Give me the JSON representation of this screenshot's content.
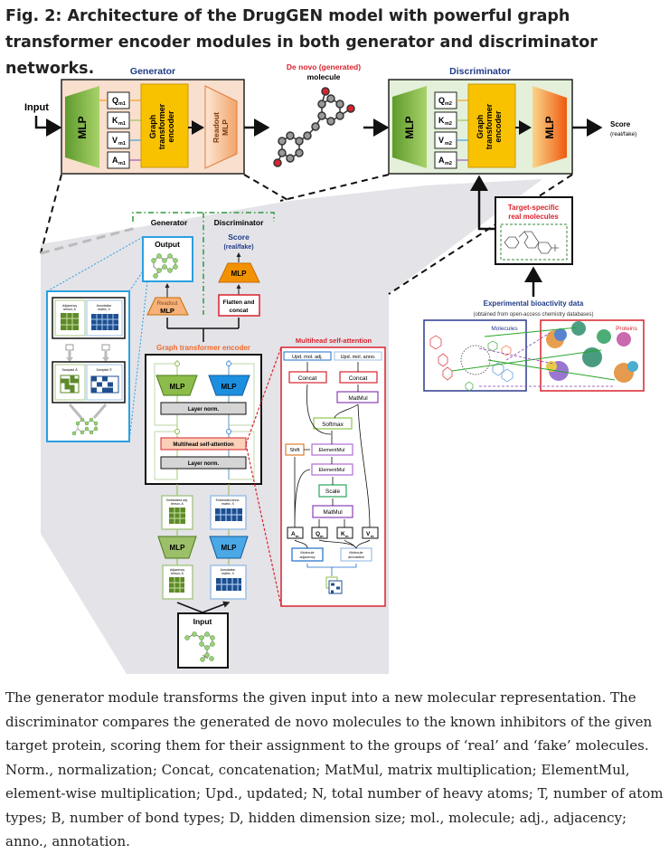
{
  "title": "Fig. 2: Architecture of the DrugGEN model with powerful graph transformer encoder modules in both generator and discriminator networks.",
  "top": {
    "input": "Input",
    "generator": "Generator",
    "discriminator": "Discriminator",
    "de_novo_1": "De novo (generated)",
    "de_novo_2": "molecule",
    "mlp": "MLP",
    "q1": "Q",
    "k1": "K",
    "v1": "V",
    "a1": "A",
    "sub1": "m1",
    "sub2": "m2",
    "gte_1": "Graph",
    "gte_2": "transformer",
    "gte_3": "encoder",
    "readout_1": "Readout",
    "readout_2": "MLP",
    "score": "Score",
    "real_fake": "(real/fake)",
    "target_1": "Target-specific",
    "target_2": "real molecules",
    "bio_title": "Experimental bioactivity data",
    "bio_sub": "(obtained from open-access chemistry databases)",
    "molecules": "Molecules",
    "proteins": "Proteins"
  },
  "detail": {
    "generator": "Generator",
    "discriminator": "Discriminator",
    "output": "Output",
    "score": "Score",
    "real_fake": "(real/fake)",
    "mlp": "MLP",
    "readout": "Readout",
    "flatten_1": "Flatten and",
    "flatten_2": "concat",
    "gte_title": "Graph transformer encoder",
    "layer_norm": "Layer norm.",
    "mhsa": "Multihead self-attention",
    "embedded_adj_1": "Embedded adj.",
    "embedded_adj_2": "tensor, A",
    "embedded_ann_1": "Embedded anno.",
    "embedded_ann_2": "matrix, X",
    "adjacency_1": "Adjacency",
    "adjacency_2": "tensor, A",
    "annotation_1": "Annotation",
    "annotation_2": "matrix, X",
    "sampled_a": "Sampled Â",
    "sampled_x": "Sampled X̂",
    "input": "Input",
    "N": "N",
    "B": "B",
    "T": "T",
    "D": "D"
  },
  "attention": {
    "title": "Multihead self-attention",
    "upd_adj": "Upd. mol. adj.",
    "upd_anno": "Upd. mol. anno.",
    "concat": "Concat",
    "matmul": "MatMul",
    "softmax": "Softmax",
    "shift": "Shift",
    "elementmul": "ElementMul",
    "scale": "Scale",
    "a": "A",
    "q": "Q",
    "k": "K",
    "v": "V",
    "sub": "m",
    "mol_adj_1": "Molecule",
    "mol_adj_2": "adjacency",
    "mol_ann_1": "Molecule",
    "mol_ann_2": "annotation"
  },
  "caption": "The generator module transforms the given input into a new molecular representation. The discriminator compares the generated de novo molecules to the known inhibitors of the given target protein, scoring them for their assignment to the groups of ‘real’ and ‘fake’ molecules. Norm., normalization; Concat, concatenation; MatMul, matrix multiplication; ElementMul, element-wise multiplication; Upd., updated; N, total number of heavy atoms; T, number of atom types; B, number of bond types; D, hidden dimension size; mol., molecule; adj., adjacency; anno., annotation.",
  "colors": {
    "generator_bg": "#f9dfcd",
    "discriminator_bg": "#e4f0da",
    "encoder_yellow": "#f9c200",
    "mlp_green": "#8cbc4a",
    "mlp_blue": "#1d8fe0",
    "mlp_orange": "#f39200",
    "accent_red": "#d9232d",
    "label_blue": "#1f3c88",
    "zoom_gray": "#e4e3e8"
  }
}
